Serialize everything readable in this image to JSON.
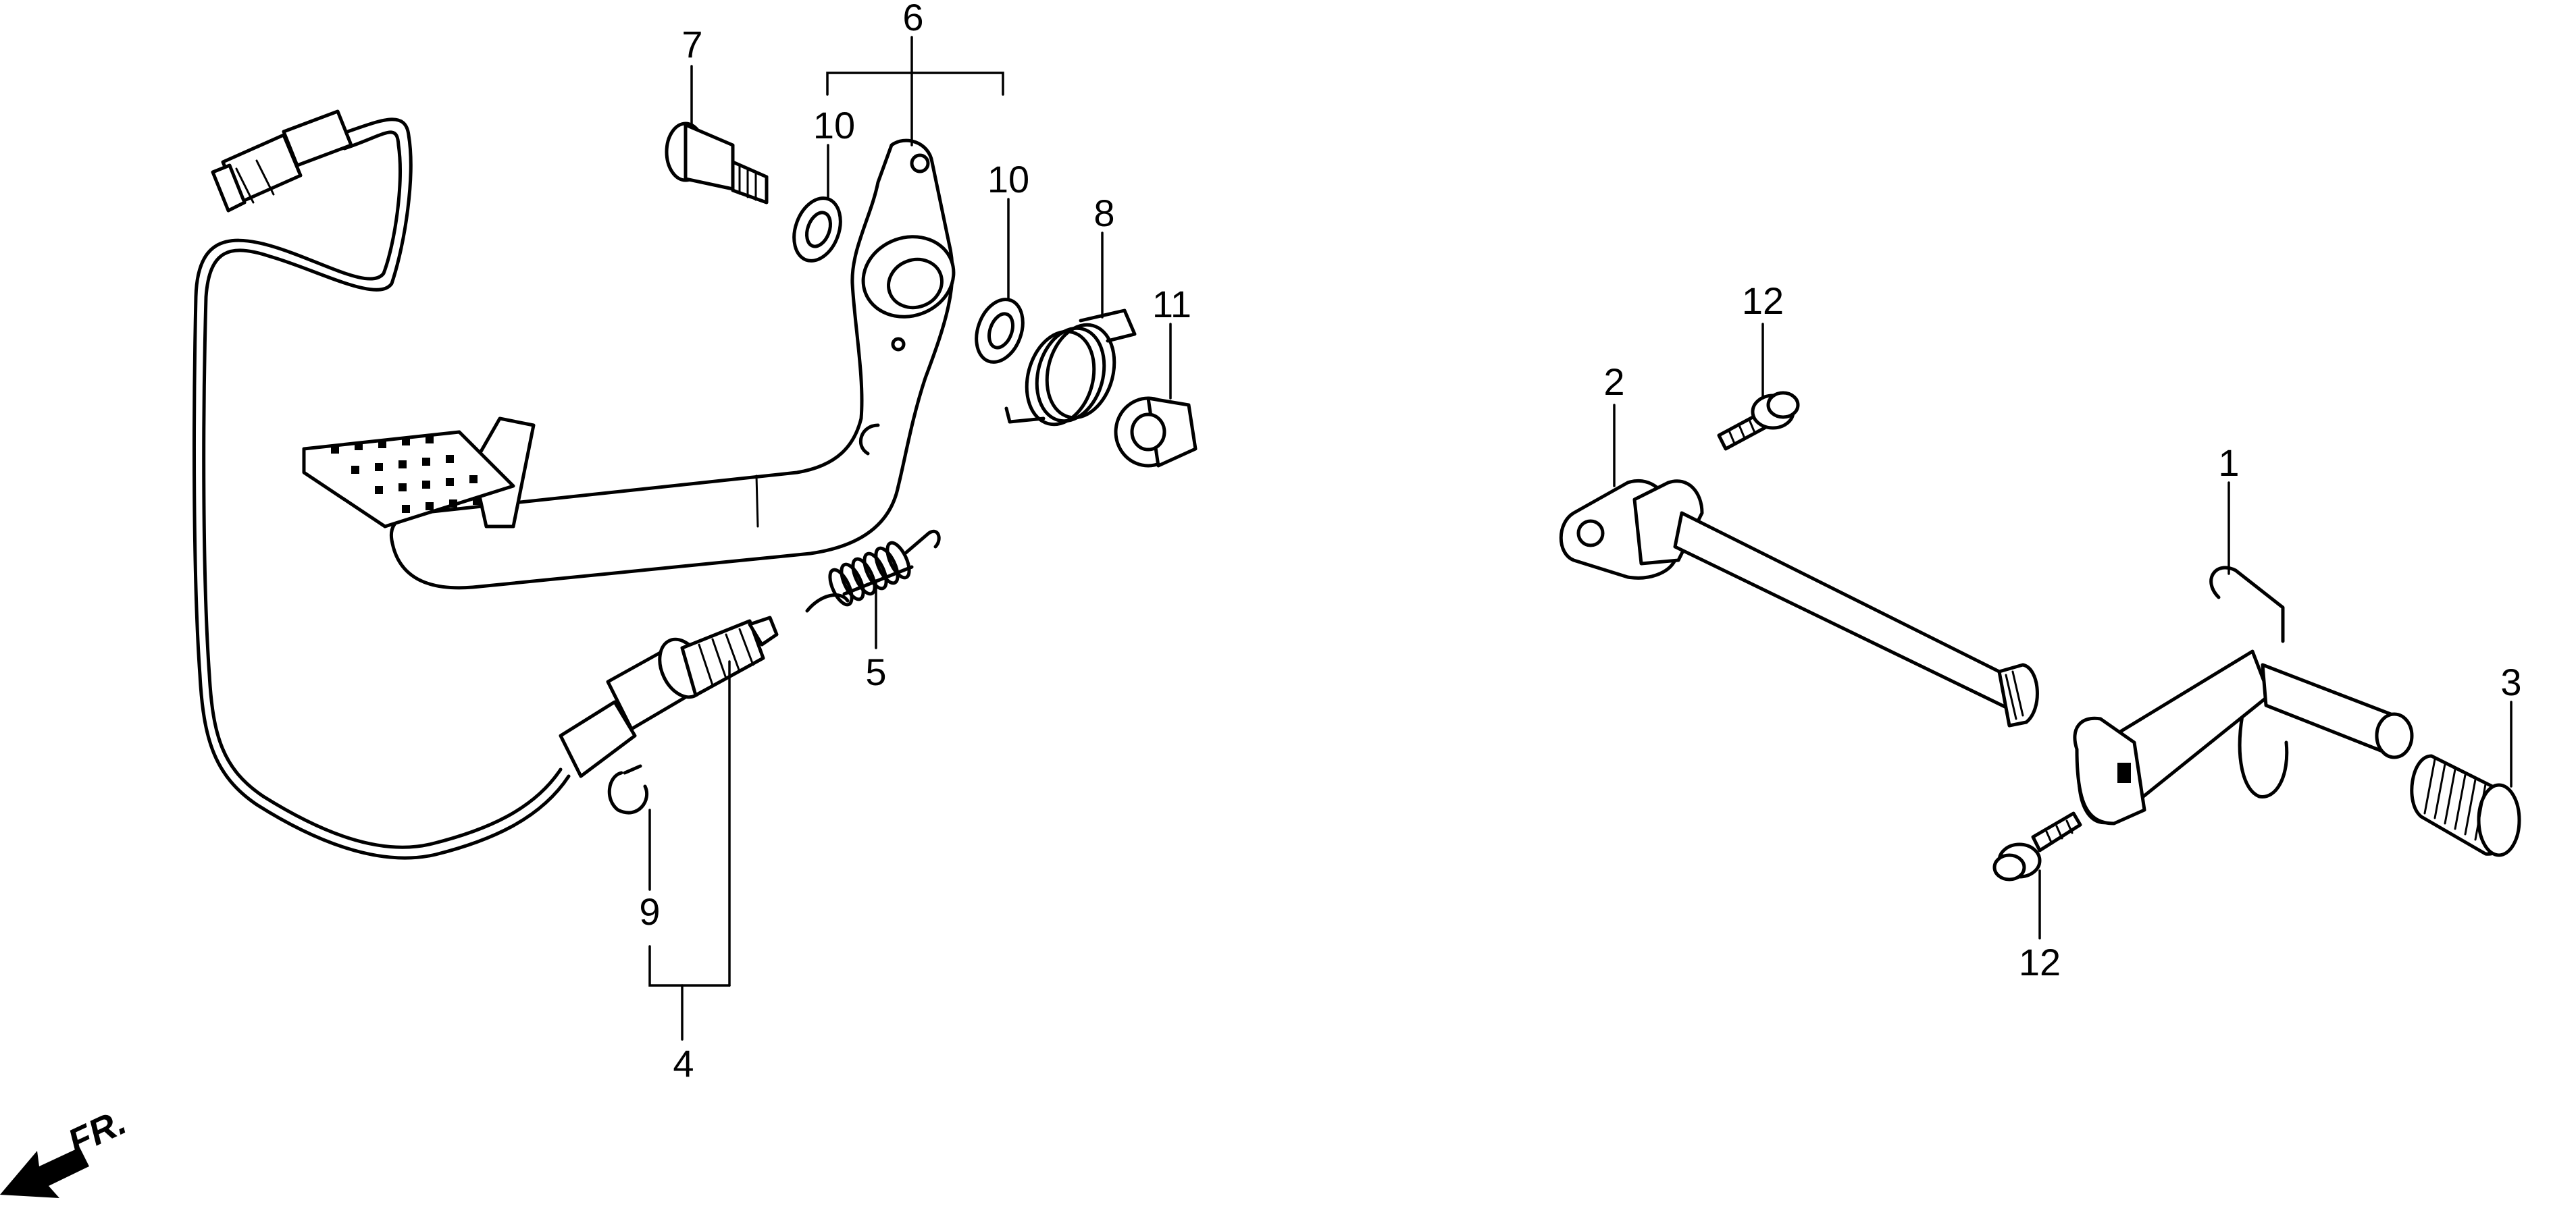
{
  "diagram": {
    "callouts": {
      "c1": "1",
      "c2": "2",
      "c3": "3",
      "c4": "4",
      "c5": "5",
      "c6": "6",
      "c7": "7",
      "c8": "8",
      "c9": "9",
      "c10a": "10",
      "c10b": "10",
      "c11": "11",
      "c12a": "12",
      "c12b": "12"
    },
    "direction_label": "FR.",
    "icons": {
      "direction_arrow": "front-direction-arrow-icon"
    }
  }
}
